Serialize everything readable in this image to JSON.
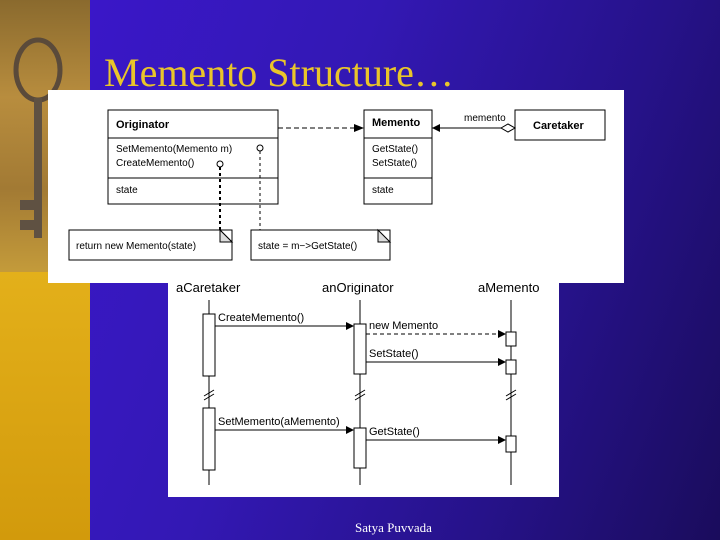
{
  "slide": {
    "title": "Memento Structure…",
    "footer": "Satya Puvvada",
    "colors": {
      "title": "#e9c52a",
      "background": "#3318b4",
      "sidebar": "#d79e10"
    }
  },
  "structure": {
    "originator": {
      "name": "Originator",
      "ops": [
        "SetMemento(Memento m)",
        "CreateMemento()"
      ],
      "attr": "state"
    },
    "memento": {
      "name": "Memento",
      "ops": [
        "GetState()",
        "SetState()"
      ],
      "attr": "state"
    },
    "caretaker": {
      "name": "Caretaker"
    },
    "assoc_label": "memento",
    "note1": "return new Memento(state)",
    "note2": "state = m−>GetState()"
  },
  "sequence": {
    "lifelines": [
      "aCaretaker",
      "anOriginator",
      "aMemento"
    ],
    "messages": [
      "CreateMemento()",
      "new Memento",
      "SetState()",
      "SetMemento(aMemento)",
      "GetState()"
    ]
  }
}
